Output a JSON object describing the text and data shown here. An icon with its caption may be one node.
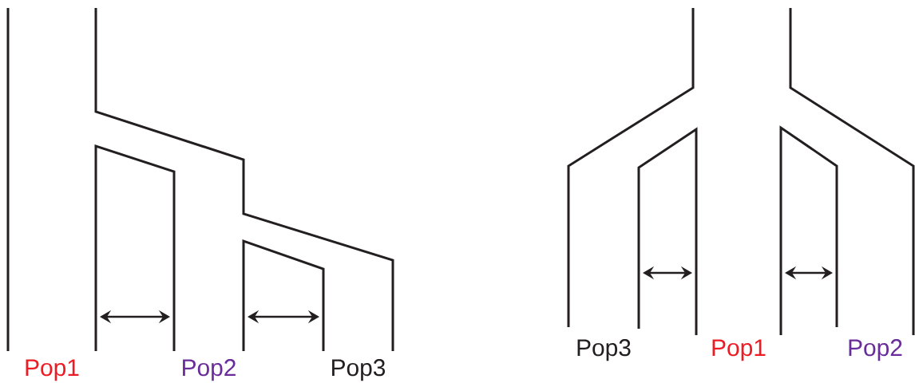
{
  "diagram": {
    "nodes": [
      {
        "text": [
          "Pop1"
        ]
      },
      {
        "text": [
          "Pop2"
        ]
      },
      {
        "text": [
          "Pop3"
        ]
      },
      {
        "text": [
          "Pop3"
        ]
      },
      {
        "text": [
          "Pop1"
        ]
      },
      {
        "text": [
          "Pop2"
        ]
      }
    ],
    "edges": [
      {
        "from": 0,
        "to": 1,
        "arrow": "both"
      },
      {
        "from": 1,
        "to": 2,
        "arrow": "both"
      },
      {
        "from": 3,
        "to": 4,
        "arrow": "both"
      },
      {
        "from": 4,
        "to": 5,
        "arrow": "both"
      }
    ]
  }
}
